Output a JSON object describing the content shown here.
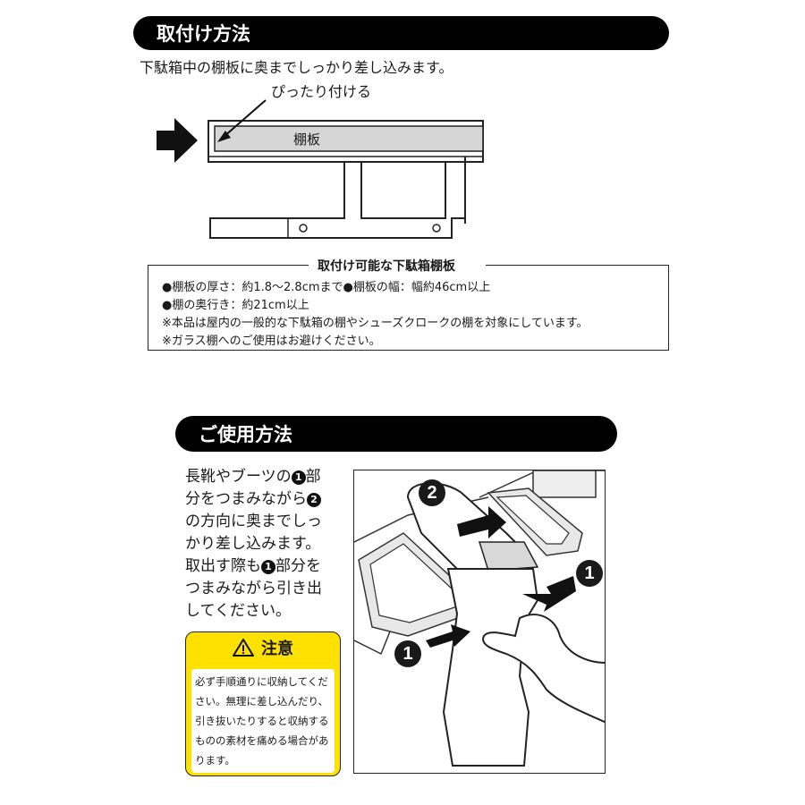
{
  "section1": {
    "title": "取付け方法",
    "intro": "下駄箱中の棚板に奥までしっかり差し込みます。",
    "diagram": {
      "callout": "ぴったり付ける",
      "shelf_label": "棚板",
      "arrow_icon": "right-arrow-icon"
    }
  },
  "specs": {
    "title": "取付け可能な下駄箱棚板",
    "lines": [
      "●棚板の厚さ：約1.8～2.8cmまで●棚板の幅：幅約46cm以上",
      "●棚の奥行き：約21cm以上",
      "※本品は屋内の一般的な下駄箱の棚やシューズクロークの棚を対象にしています。",
      "※ガラス棚へのご使用はお避けください。"
    ]
  },
  "section2": {
    "title": "ご使用方法",
    "instructions": {
      "l1a": "長靴やブーツの",
      "n1": "1",
      "l1b": "部",
      "l2a": "分をつまみながら",
      "n2": "2",
      "l3": "の方向に奥までしっ",
      "l4": "かり差し込みます。",
      "l5a": "取出す際も",
      "n3": "1",
      "l5b": "部分を",
      "l6": "つまみながら引き出",
      "l7": "してください。"
    },
    "caution": {
      "title": "注意",
      "icon": "warning-triangle-icon",
      "body": "必ず手順通りに収納してください。無理に差し込んだり、引き抜いたりすると収納するものの素材を痛める場合があります。"
    },
    "illustration": {
      "badge_2": "2",
      "badge_1a": "1",
      "badge_1b": "1"
    }
  }
}
